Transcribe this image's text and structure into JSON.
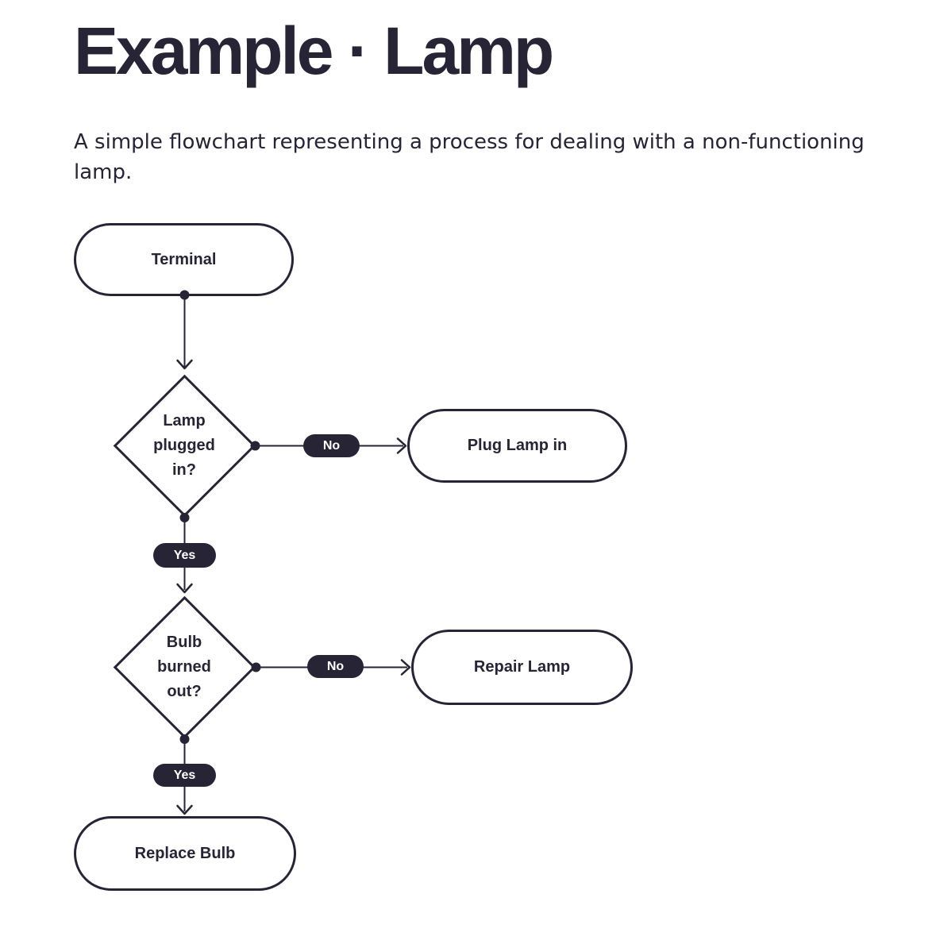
{
  "header": {
    "title": "Example · Lamp",
    "description": "A simple flowchart representing a process for dealing with a non-functioning lamp."
  },
  "colors": {
    "ink": "#272435",
    "background": "#ffffff",
    "edge_label_bg": "#272435",
    "edge_label_text": "#ffffff"
  },
  "flowchart": {
    "nodes": [
      {
        "id": "terminal",
        "shape": "stadium",
        "label": "Terminal"
      },
      {
        "id": "lamp-plugged-in",
        "shape": "diamond",
        "label": "Lamp plugged in?"
      },
      {
        "id": "plug-lamp-in",
        "shape": "stadium",
        "label": "Plug Lamp in"
      },
      {
        "id": "bulb-burned-out",
        "shape": "diamond",
        "label": "Bulb burned out?"
      },
      {
        "id": "repair-lamp",
        "shape": "stadium",
        "label": "Repair Lamp"
      },
      {
        "id": "replace-bulb",
        "shape": "stadium",
        "label": "Replace Bulb"
      }
    ],
    "edges": [
      {
        "from": "terminal",
        "to": "lamp-plugged-in",
        "label": ""
      },
      {
        "from": "lamp-plugged-in",
        "to": "plug-lamp-in",
        "label": "No"
      },
      {
        "from": "lamp-plugged-in",
        "to": "bulb-burned-out",
        "label": "Yes"
      },
      {
        "from": "bulb-burned-out",
        "to": "repair-lamp",
        "label": "No"
      },
      {
        "from": "bulb-burned-out",
        "to": "replace-bulb",
        "label": "Yes"
      }
    ]
  }
}
